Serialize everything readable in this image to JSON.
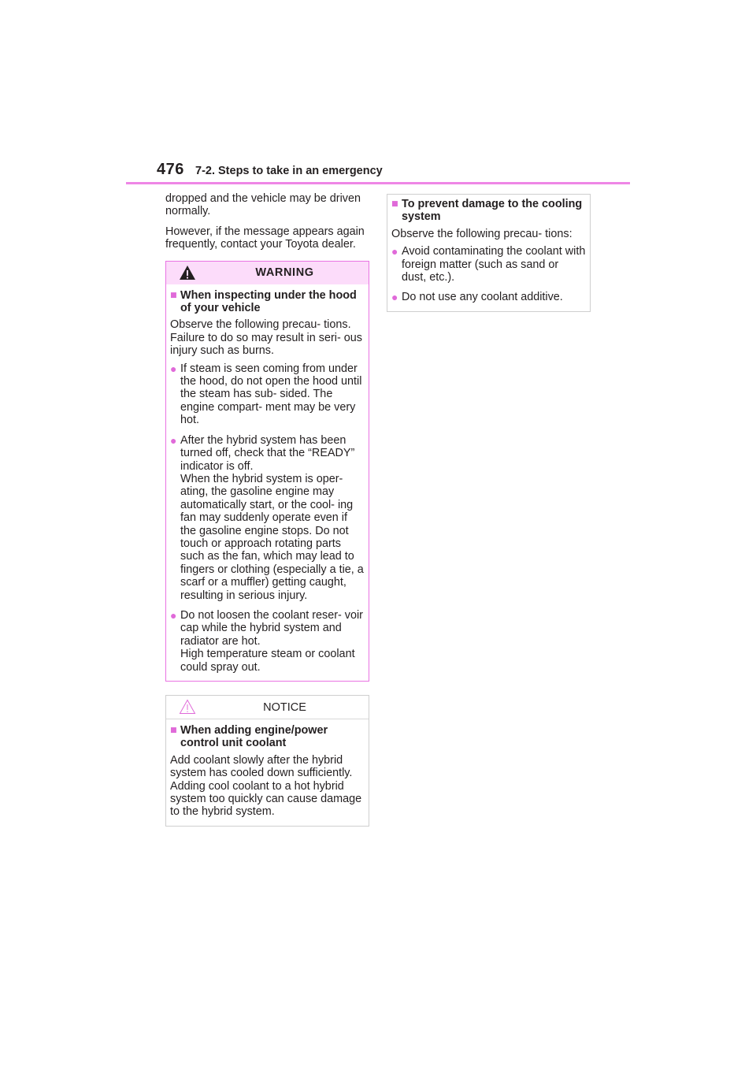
{
  "header": {
    "page_number": "476",
    "section_title": "7-2. Steps to take in an emergency"
  },
  "intro_lines": [
    "dropped and the vehicle may be driven normally.",
    "However, if the message appears again frequently, contact your Toyota dealer."
  ],
  "warning": {
    "title": "WARNING",
    "heading": "When inspecting under the hood of your vehicle",
    "text": "Observe the following precau- tions.\nFailure to do so may result in seri- ous injury such as burns.",
    "bullets": [
      "If steam is seen coming from under the hood, do not open the hood until the steam has sub- sided. The engine compart- ment may be very hot.",
      "After the hybrid system has been turned off, check that the “READY” indicator is off.\nWhen the hybrid system is oper- ating, the gasoline engine may automatically start, or the cool- ing fan may suddenly operate even if the gasoline engine stops. Do not touch or approach rotating parts such as the fan, which may lead to fingers or clothing (especially a tie, a scarf or a muffler) getting caught, resulting in serious injury.",
      "Do not loosen the coolant reser- voir cap while the hybrid system and radiator are hot.\nHigh temperature steam or coolant could spray out."
    ]
  },
  "notice": {
    "title": "NOTICE",
    "heading": "When adding engine/power control unit coolant",
    "text": "Add coolant slowly after the hybrid system has cooled down sufficiently. Adding cool coolant to a hot hybrid system too quickly can cause damage to the hybrid system."
  },
  "notice_continued": {
    "heading": "To prevent damage to the cooling system",
    "text": "Observe the following precau- tions:",
    "bullets": [
      "Avoid contaminating the coolant with foreign matter (such as sand or dust, etc.).",
      "Do not use any coolant additive."
    ]
  },
  "colors": {
    "accent": "#e06ad9",
    "warning_bg": "#fcdcfa",
    "warning_border": "#e973e3",
    "rule": "#ee86e6"
  }
}
